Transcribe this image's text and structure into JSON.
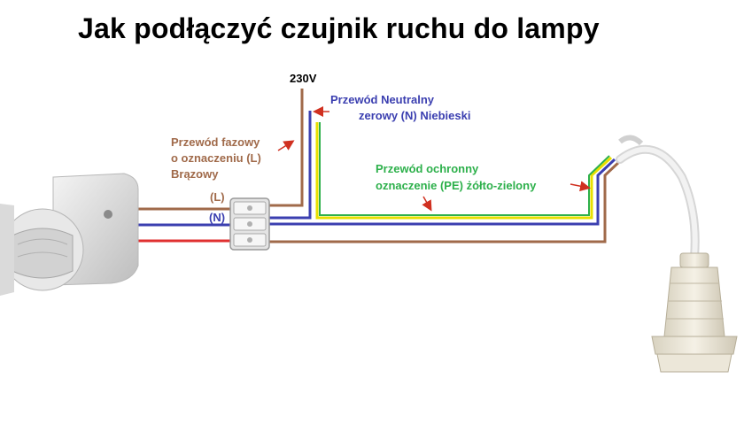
{
  "title": "Jak podłączyć czujnik ruchu do lampy",
  "labels": {
    "voltage": "230V",
    "neutral_line1": "Przewód Neutralny",
    "neutral_line2": "zerowy (N) Niebieski",
    "phase_line1": "Przewód fazowy",
    "phase_line2": "o oznaczeniu (L)",
    "phase_line3": "Brązowy",
    "protective_line1": "Przewód ochronny",
    "protective_line2": "oznaczenie (PE) żółto-zielony",
    "tag_L": "(L)",
    "tag_N": "(N)"
  },
  "colors": {
    "phase": "#a06a4a",
    "neutral": "#3b3fb0",
    "protective_yellow": "#e8e000",
    "protective_green": "#2db04b",
    "load_red": "#e03030",
    "arrow": "#d03020"
  },
  "icons": {
    "sensor": "motion-sensor-icon",
    "lamp": "lamp-socket-icon",
    "connector": "terminal-block-icon"
  }
}
